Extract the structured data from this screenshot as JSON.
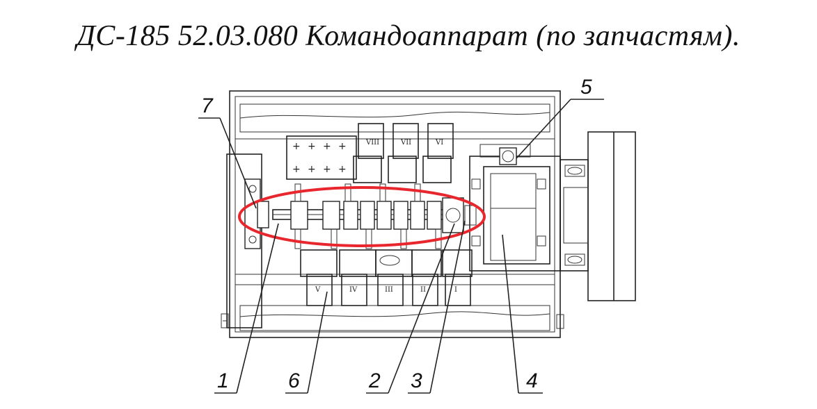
{
  "title": "ДС-185 52.03.080  Командоаппарат (по запчастям).",
  "callouts": [
    {
      "label": "1"
    },
    {
      "label": "2"
    },
    {
      "label": "3"
    },
    {
      "label": "4"
    },
    {
      "label": "5"
    },
    {
      "label": "6"
    },
    {
      "label": "7"
    }
  ],
  "upper_contact_marks": [
    "VIII",
    "VII",
    "VI"
  ],
  "lower_contact_marks": [
    "V",
    "IV",
    "III",
    "II",
    "I"
  ],
  "highlight_color": "#e8262d"
}
